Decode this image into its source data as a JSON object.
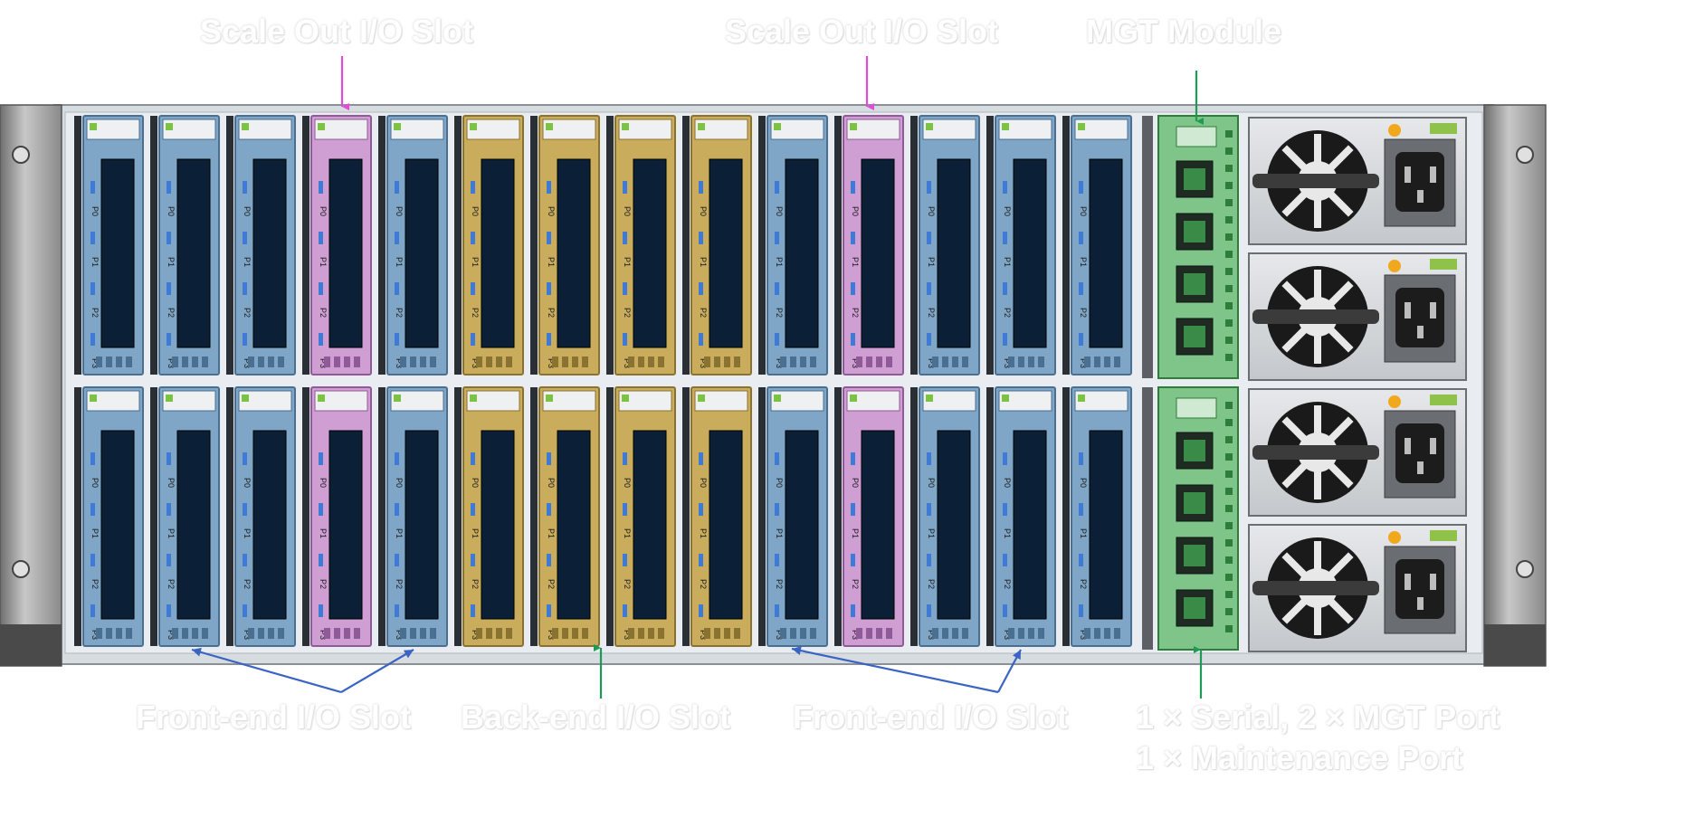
{
  "labels": {
    "scale_out_left": "Scale Out I/O Slot",
    "scale_out_right": "Scale Out I/O Slot",
    "mgt_module": "MGT Module",
    "front_end_left": "Front-end I/O Slot",
    "back_end": "Back-end I/O Slot",
    "front_end_right": "Front-end I/O Slot",
    "ports_line1": "1 × Serial, 2 × MGT Port",
    "ports_line2": "1 × Maintenance Port"
  },
  "card_port_labels": [
    "P0",
    "P1",
    "P2",
    "P3"
  ],
  "slot_layout": {
    "rows": 2,
    "columns": [
      "front-end",
      "front-end",
      "front-end",
      "scale-out",
      "front-end",
      "back-end",
      "back-end",
      "back-end",
      "back-end",
      "front-end",
      "scale-out",
      "front-end",
      "front-end",
      "front-end"
    ]
  },
  "power_supply_count": 4,
  "colors": {
    "front_end": "#7fa6c6",
    "scale_out": "#cf9fd4",
    "back_end": "#c9ad5c",
    "mgt_module": "#7fc488",
    "arrow_pink": "#e04bd8",
    "arrow_blue": "#3a64c4",
    "arrow_green": "#1e9a55",
    "card_slot": "#0b1f36",
    "chassis": "#d7dce1"
  },
  "icons": [
    "fan-icon",
    "power-socket-icon",
    "network-port-icon",
    "arrow-icon"
  ]
}
